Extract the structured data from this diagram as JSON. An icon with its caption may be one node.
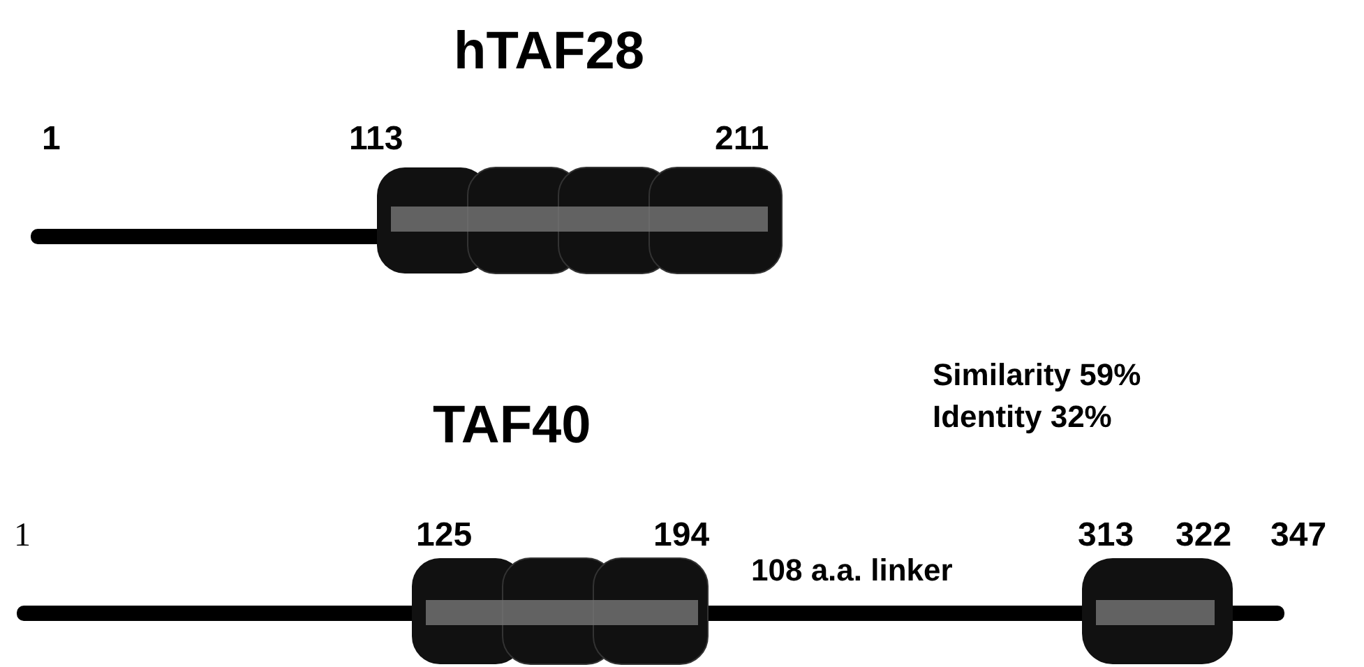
{
  "diagram": {
    "labels": [
      "hTAF28",
      "1",
      "113",
      "211",
      "Similarity 59%",
      "TAF40",
      "Identity 32%",
      "1",
      "125",
      "194",
      "313",
      "322",
      "347",
      "108 a.a. linker"
    ]
  }
}
